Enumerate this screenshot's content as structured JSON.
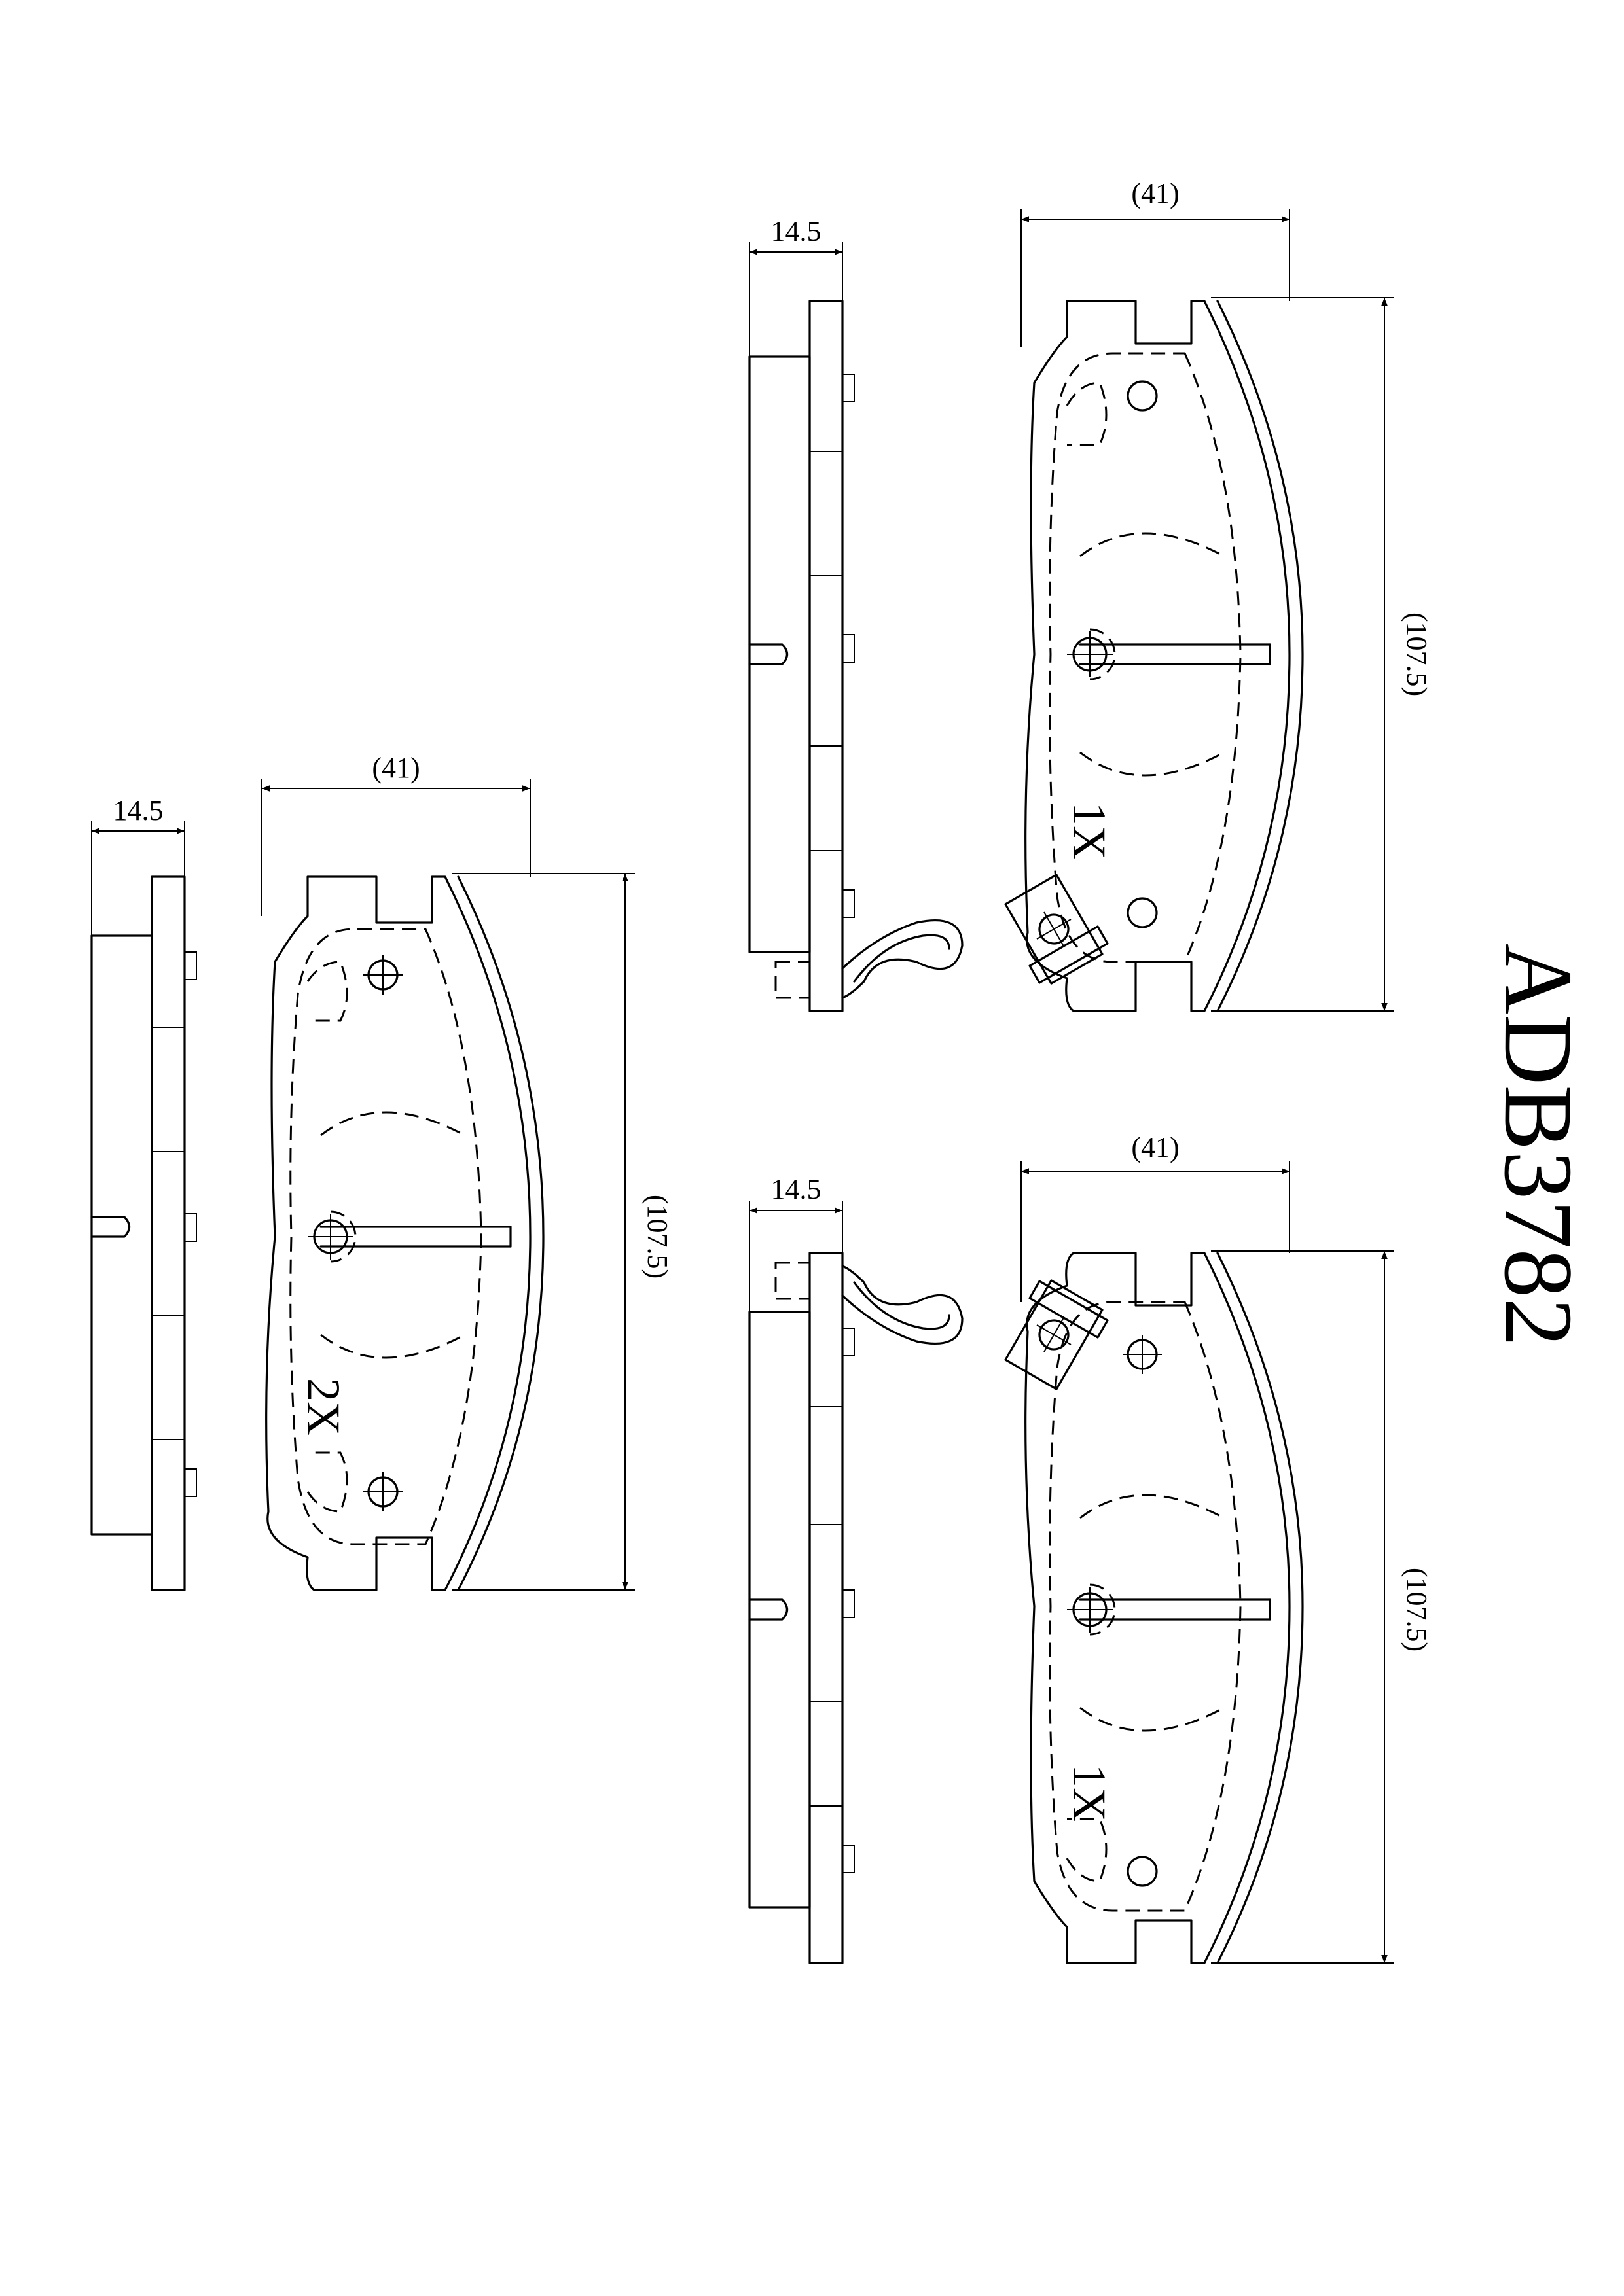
{
  "part_number": "ADB3782",
  "views": [
    {
      "id": "left",
      "thickness": "14.5",
      "width": "(41)",
      "height": "(107.5)",
      "quantity": "2X"
    },
    {
      "id": "top-right",
      "thickness": "14.5",
      "width": "(41)",
      "height": "(107.5)",
      "quantity": "1X"
    },
    {
      "id": "bottom-right",
      "thickness": "14.5",
      "width": "(41)",
      "height": "(107.5)",
      "quantity": "1X"
    }
  ]
}
